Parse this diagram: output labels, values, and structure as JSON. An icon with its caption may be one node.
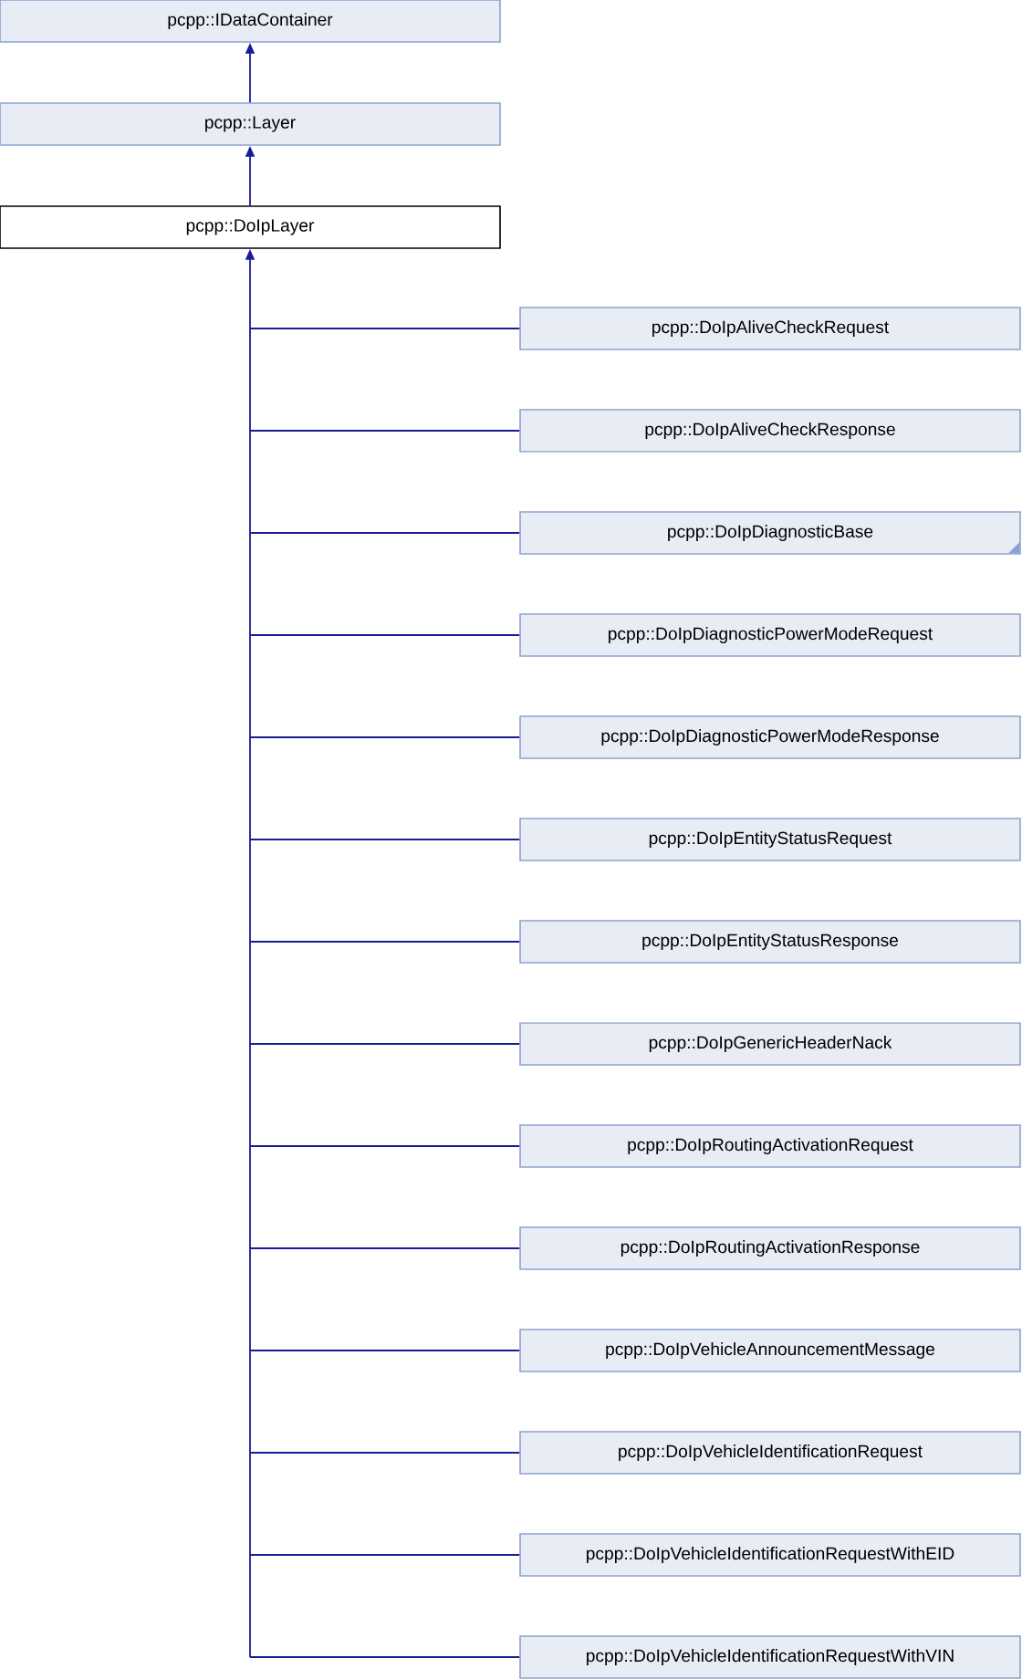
{
  "diagram": {
    "nodes": [
      {
        "text": [
          "pcpp::IDataContainer"
        ]
      },
      {
        "text": [
          "pcpp::Layer"
        ]
      },
      {
        "text": [
          "pcpp::DoIpLayer"
        ]
      },
      {
        "text": [
          "pcpp::DoIpAliveCheckRequest"
        ]
      },
      {
        "text": [
          "pcpp::DoIpAliveCheckResponse"
        ]
      },
      {
        "text": [
          "pcpp::DoIpDiagnosticBase"
        ]
      },
      {
        "text": [
          "pcpp::DoIpDiagnosticPowerModeRequest"
        ]
      },
      {
        "text": [
          "pcpp::DoIpDiagnosticPowerModeResponse"
        ]
      },
      {
        "text": [
          "pcpp::DoIpEntityStatusRequest"
        ]
      },
      {
        "text": [
          "pcpp::DoIpEntityStatusResponse"
        ]
      },
      {
        "text": [
          "pcpp::DoIpGenericHeaderNack"
        ]
      },
      {
        "text": [
          "pcpp::DoIpRoutingActivationRequest"
        ]
      },
      {
        "text": [
          "pcpp::DoIpRoutingActivationResponse"
        ]
      },
      {
        "text": [
          "pcpp::DoIpVehicleAnnouncementMessage"
        ]
      },
      {
        "text": [
          "pcpp::DoIpVehicleIdentificationRequest"
        ]
      },
      {
        "text": [
          "pcpp::DoIpVehicleIdentificationRequestWithEID"
        ]
      },
      {
        "text": [
          "pcpp::DoIpVehicleIdentificationRequestWithVIN"
        ]
      }
    ],
    "edges": [
      {
        "from": 1,
        "to": 0,
        "arrow": "to"
      },
      {
        "from": 2,
        "to": 1,
        "arrow": "to"
      },
      {
        "from": 3,
        "to": 2,
        "arrow": "to"
      },
      {
        "from": 4,
        "to": 2,
        "arrow": "to"
      },
      {
        "from": 5,
        "to": 2,
        "arrow": "to"
      },
      {
        "from": 6,
        "to": 2,
        "arrow": "to"
      },
      {
        "from": 7,
        "to": 2,
        "arrow": "to"
      },
      {
        "from": 8,
        "to": 2,
        "arrow": "to"
      },
      {
        "from": 9,
        "to": 2,
        "arrow": "to"
      },
      {
        "from": 10,
        "to": 2,
        "arrow": "to"
      },
      {
        "from": 11,
        "to": 2,
        "arrow": "to"
      },
      {
        "from": 12,
        "to": 2,
        "arrow": "to"
      },
      {
        "from": 13,
        "to": 2,
        "arrow": "to"
      },
      {
        "from": 14,
        "to": 2,
        "arrow": "to"
      },
      {
        "from": 15,
        "to": 2,
        "arrow": "to"
      },
      {
        "from": 16,
        "to": 2,
        "arrow": "to"
      }
    ]
  }
}
